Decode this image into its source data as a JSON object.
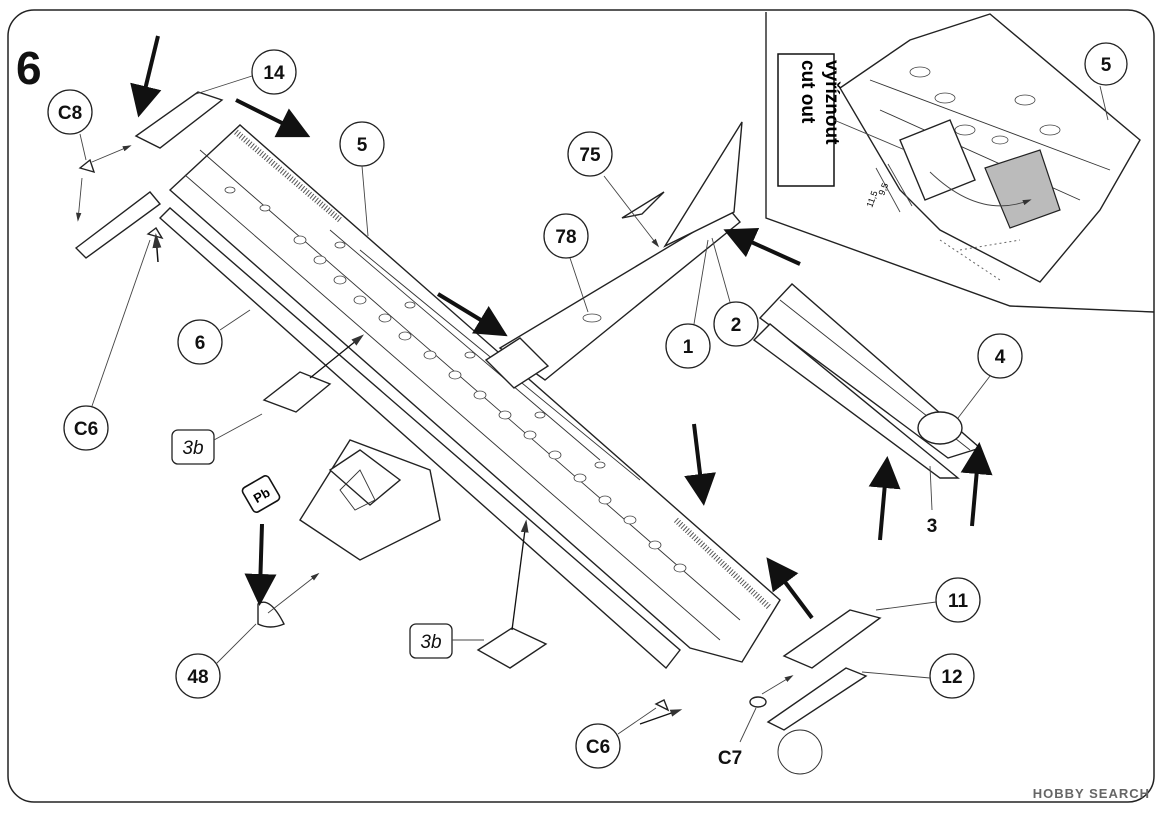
{
  "step": {
    "number": "6"
  },
  "callouts": {
    "c8": "C8",
    "p14": "14",
    "p5": "5",
    "p75": "75",
    "p78": "78",
    "p6": "6",
    "c6_left": "C6",
    "p3b_left": "3b",
    "p1": "1",
    "p2": "2",
    "p4": "4",
    "p3": "3",
    "p11": "11",
    "p12": "12",
    "p3b_right": "3b",
    "p48": "48",
    "c6_right": "C6",
    "c7": "C7",
    "inset_p5": "5"
  },
  "inset": {
    "label_line1": "vyříznout",
    "label_line2": "cut out",
    "dim_a": "9,5",
    "dim_b": "11,5"
  },
  "weight_icon": {
    "label": "Pb"
  },
  "watermark": {
    "text": "HOBBY SEARCH"
  },
  "colors": {
    "ink": "#111111",
    "paper": "#ffffff"
  }
}
